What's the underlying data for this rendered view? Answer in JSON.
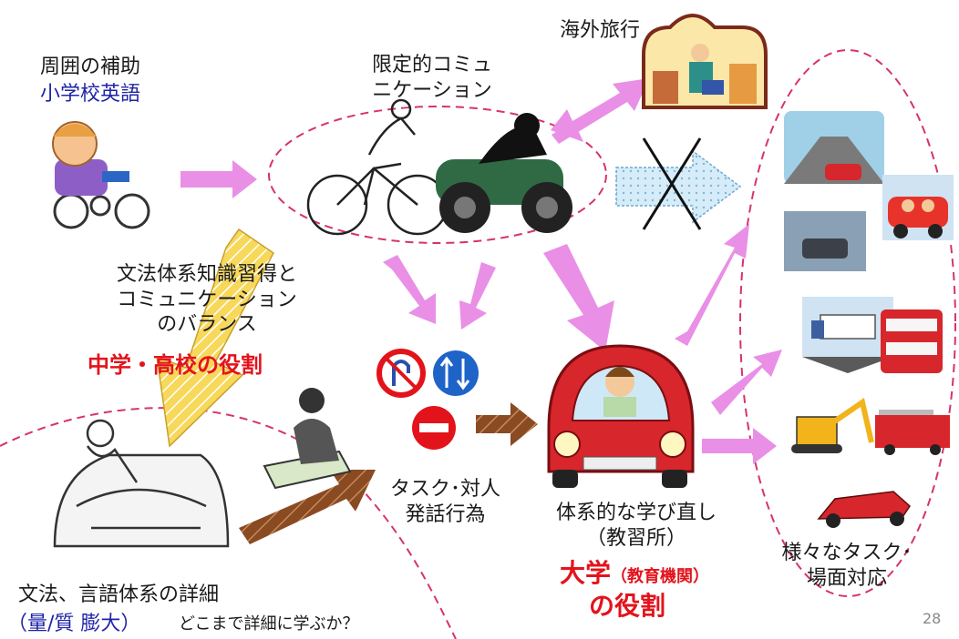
{
  "labels": {
    "support": "周囲の補助",
    "elementary_english": "小学校英語",
    "limited_comm_1": "限定的コミュ",
    "limited_comm_2": "ニケーション",
    "travel": "海外旅行",
    "balance_1": "文法体系知識習得と",
    "balance_2": "コミュニケーション",
    "balance_3": "のバランス",
    "role_jhs_hs": "中学・高校の役割",
    "task_1": "タスク･対人",
    "task_2": "発話行為",
    "relearn_1": "体系的な学び直し",
    "relearn_2": "（教習所）",
    "univ_big": "大学",
    "univ_small": "（教育機関）",
    "univ_role": "の役割",
    "various_1": "様々なタスク･",
    "various_2": "場面対応",
    "grammar_detail": "文法、言語体系の詳細",
    "quantity": "（量/質 膨大）",
    "question": "どこまで詳細に学ぶか？",
    "page_number": "28"
  },
  "colors": {
    "arrow_pink": "#e98fe6",
    "dash_pink": "#d6336c",
    "arrow_brown": "#7a3f1c",
    "arrow_yellow": "#f7d85a",
    "arrow_lightblue": "#cfe9f7",
    "text_red": "#e3131b",
    "text_blue": "#1f24a8"
  },
  "icons": [
    "child-tricycle-icon",
    "bicycle-rider-icon",
    "motorcycle-rider-icon",
    "travel-postcard-icon",
    "no-uturn-sign-icon",
    "one-way-sign-icon",
    "no-entry-sign-icon",
    "cartoon-car-driver-icon",
    "mechanic-car-icon",
    "student-writing-icon",
    "road-car-icon",
    "family-car-icon",
    "suv-icon",
    "truck-icon",
    "bus-icon",
    "excavator-icon",
    "fire-truck-icon",
    "race-car-icon"
  ]
}
